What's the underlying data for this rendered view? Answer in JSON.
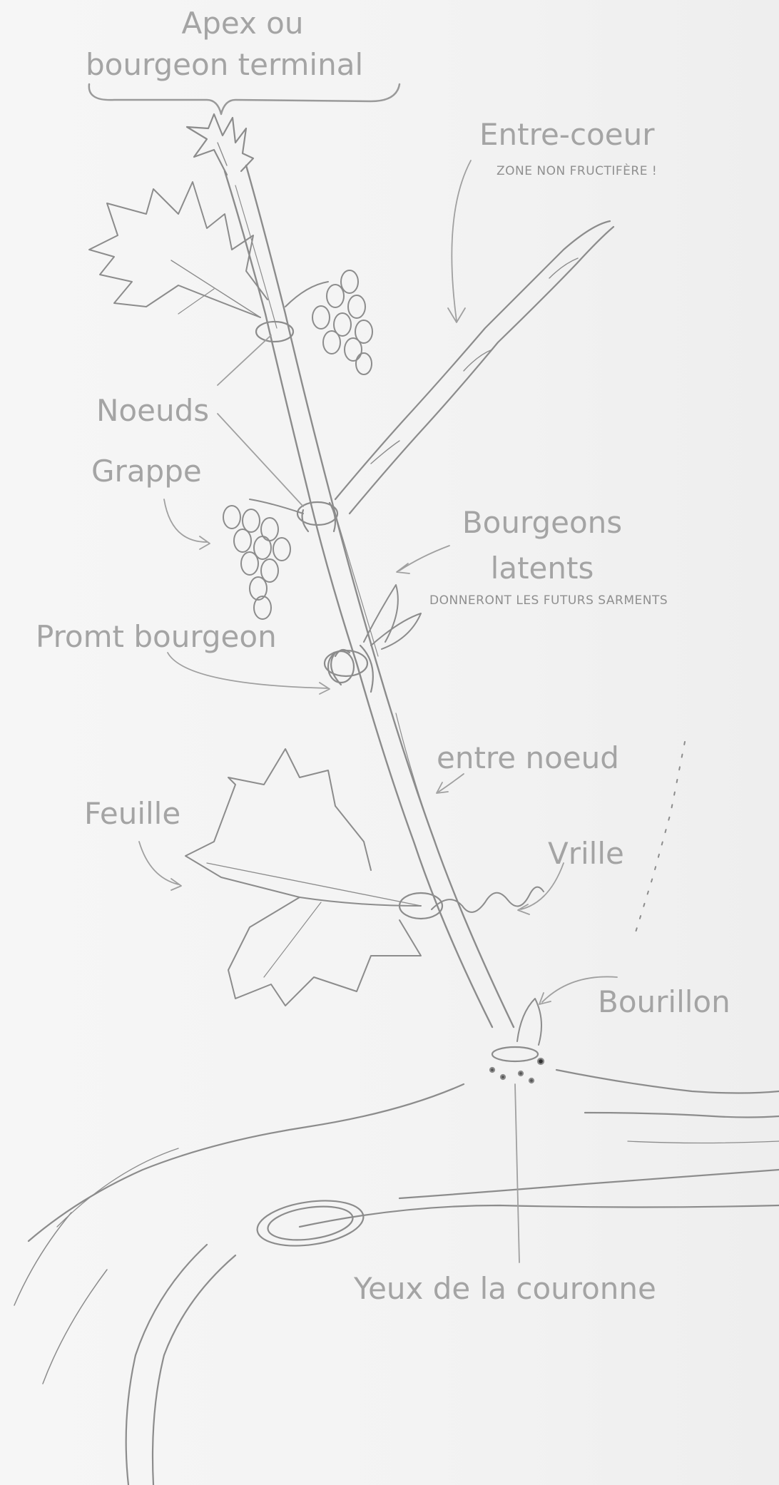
{
  "labels": {
    "apex": "Apex ou",
    "apex_line2": "bourgeon terminal",
    "entre_coeur": "Entre-coeur",
    "entre_coeur_note": "Zone non fructifère !",
    "noeuds": "Noeuds",
    "grappe": "Grappe",
    "bourgeons_latents": "Bourgeons",
    "bourgeons_latents_line2": "latents",
    "bourgeons_note": "Donneront les futurs sarments",
    "prompt_bourgeon": "Promt bourgeon",
    "entre_noeud": "entre noeud",
    "feuille": "Feuille",
    "vrille": "Vrille",
    "bourillon": "Bourillon",
    "yeux": "Yeux de la couronne"
  },
  "colors": {
    "pencil": "#8c8c8c",
    "label": "#a4a4a4",
    "paper": "#f4f4f4"
  }
}
